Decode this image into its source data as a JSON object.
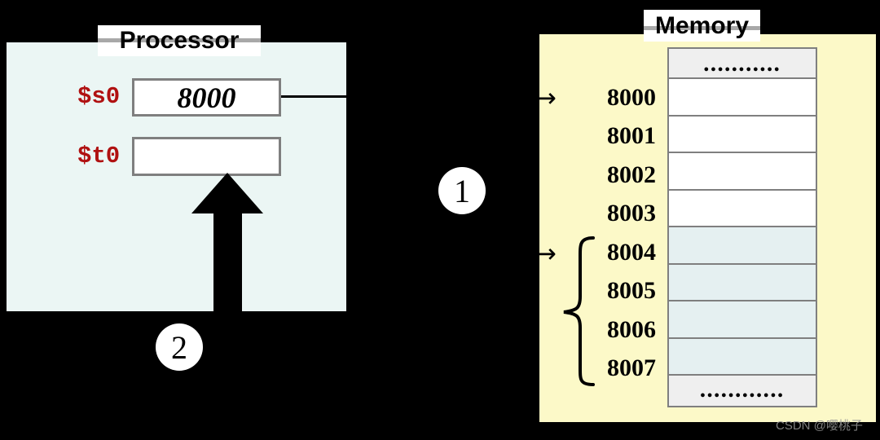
{
  "processor": {
    "title": "Processor",
    "registers": [
      {
        "name": "$s0",
        "value": "8000"
      },
      {
        "name": "$t0",
        "value": ""
      }
    ]
  },
  "memory": {
    "title": "Memory",
    "ellipsis_top": "●●●●●●●●●●●",
    "ellipsis_bottom": "●●●●●●●●●●●●",
    "rows": [
      {
        "addr": "8000",
        "pointed": true,
        "highlighted": false
      },
      {
        "addr": "8001",
        "pointed": false,
        "highlighted": false
      },
      {
        "addr": "8002",
        "pointed": false,
        "highlighted": false
      },
      {
        "addr": "8003",
        "pointed": false,
        "highlighted": false
      },
      {
        "addr": "8004",
        "pointed": true,
        "highlighted": true
      },
      {
        "addr": "8005",
        "pointed": false,
        "highlighted": true
      },
      {
        "addr": "8006",
        "pointed": false,
        "highlighted": true
      },
      {
        "addr": "8007",
        "pointed": false,
        "highlighted": true
      }
    ],
    "pointer_arrow": "→"
  },
  "steps": [
    {
      "number": "1"
    },
    {
      "number": "2"
    }
  ],
  "watermark": {
    "text": "CSDN @嘤桃子"
  },
  "colors": {
    "page_bg": "#000000",
    "processor_bg": "#ebf6f4",
    "memory_bg": "#fcf9c8",
    "highlight_cell": "#e5f0f1",
    "ellipsis_cell": "#efefef",
    "cell_border": "#7f7f7f",
    "register_label": "#b01111",
    "banner_bg": "#ffffff",
    "banner_line": "#a8a8a8"
  }
}
